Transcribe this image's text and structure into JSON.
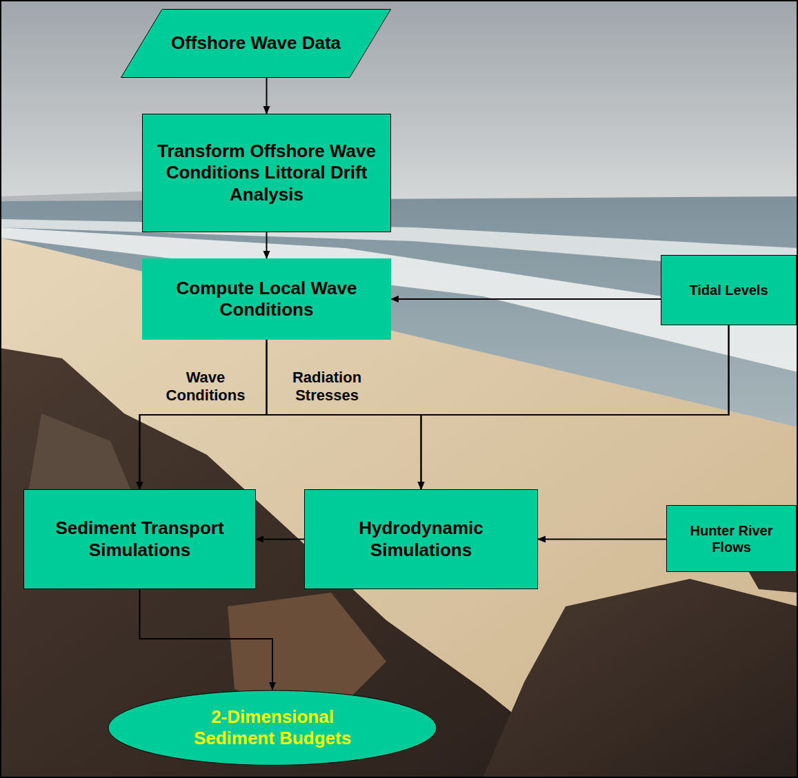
{
  "diagram": {
    "nodes": [
      {
        "text": [
          "Offshore Wave Data"
        ]
      },
      {
        "text": [
          "Transform Offshore Wave Conditions Littoral Drift Analysis"
        ]
      },
      {
        "text": [
          "Compute Local Wave Conditions"
        ]
      },
      {
        "text": [
          "Tidal Levels"
        ]
      },
      {
        "text": [
          "Sediment Transport Simulations"
        ]
      },
      {
        "text": [
          "Hydrodynamic Simulations"
        ]
      },
      {
        "text": [
          "Hunter River Flows"
        ]
      },
      {
        "text": [
          "2-Dimensional Sediment Budgets"
        ]
      }
    ],
    "edges": [
      {
        "from": 0,
        "to": 1,
        "arrow": "to"
      },
      {
        "from": 1,
        "to": 2,
        "arrow": "to"
      },
      {
        "from": 3,
        "to": 2,
        "arrow": "to"
      },
      {
        "from": 2,
        "to": 4,
        "arrow": "to",
        "label": "Wave Conditions"
      },
      {
        "from": 2,
        "to": 5,
        "arrow": "to",
        "label": "Radiation Stresses"
      },
      {
        "from": 3,
        "to": 4,
        "arrow": "to"
      },
      {
        "from": 3,
        "to": 5,
        "arrow": "to"
      },
      {
        "from": 5,
        "to": 4,
        "arrow": "to"
      },
      {
        "from": 6,
        "to": 5,
        "arrow": "to"
      },
      {
        "from": 4,
        "to": 7,
        "arrow": "to"
      }
    ]
  }
}
